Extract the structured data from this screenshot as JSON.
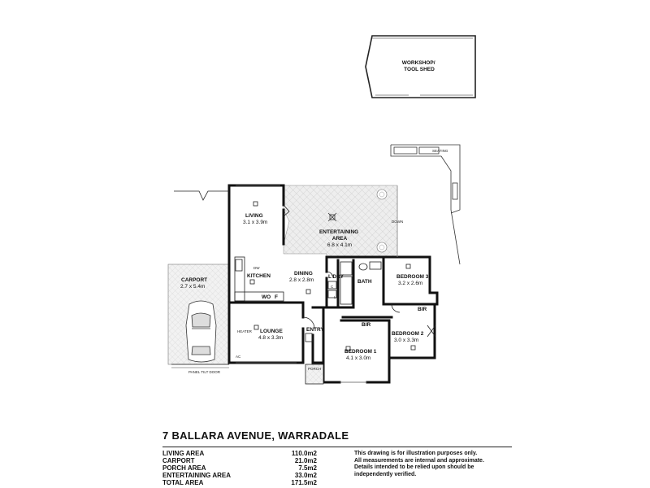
{
  "plan": {
    "workshop": "WORKSHOP/\nTOOL SHED",
    "seating": "SEATING",
    "down": "DOWN",
    "panel_tilt_door": "PANEL TILT DOOR",
    "heater": "HEATER",
    "ac": "AC",
    "rooms": {
      "living": {
        "name": "LIVING",
        "dims": "3.1 x 3.9m"
      },
      "entertaining": {
        "name": "ENTERTAINING\nAREA",
        "dims": "6.8 x 4.1m"
      },
      "dining": {
        "name": "DINING",
        "dims": "2.8 x 2.8m"
      },
      "kitchen": {
        "name": "KITCHEN"
      },
      "dw": "DW",
      "wo": "WO",
      "f": "F",
      "laundry": {
        "name": "L'DRY"
      },
      "c": "C",
      "l": "L",
      "bath": {
        "name": "BATH"
      },
      "bedroom3": {
        "name": "BEDROOM 3",
        "dims": "3.2 x 2.6m"
      },
      "bir_bed2": "BIR",
      "bedroom2": {
        "name": "BEDROOM 2",
        "dims": "3.0 x 3.3m"
      },
      "carport": {
        "name": "CARPORT",
        "dims": "2.7 x 5.4m"
      },
      "lounge": {
        "name": "LOUNGE",
        "dims": "4.8 x 3.3m"
      },
      "entry": {
        "name": "ENTRY"
      },
      "bir_bed1": "BIR",
      "bedroom1": {
        "name": "BEDROOM 1",
        "dims": "4.1 x 3.0m"
      },
      "porch": {
        "name": "PORCH"
      }
    }
  },
  "footer": {
    "address": "7 BALLARA AVENUE, WARRADALE",
    "areas": [
      {
        "label": "LIVING AREA",
        "value": "110.0m2"
      },
      {
        "label": "CARPORT",
        "value": "21.0m2"
      },
      {
        "label": "PORCH AREA",
        "value": "7.5m2"
      },
      {
        "label": "ENTERTAINING AREA",
        "value": "33.0m2"
      },
      {
        "label": "TOTAL AREA",
        "value": "171.5m2"
      }
    ],
    "disclaimer": [
      "This drawing is for illustration purposes only.",
      "All measurements are internal and approximate.",
      "Details intended to be relied upon should be",
      "independently verified."
    ]
  }
}
